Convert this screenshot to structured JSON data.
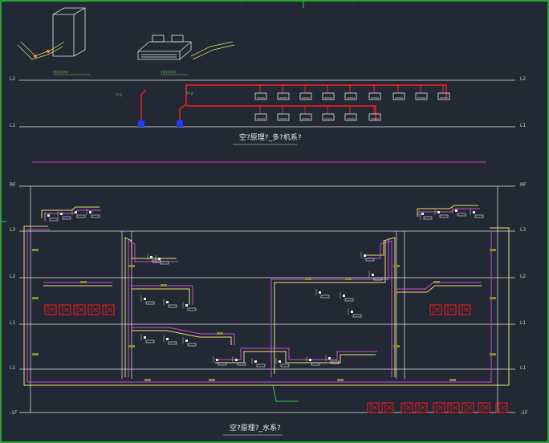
{
  "colors": {
    "background": "#222834",
    "border": "#2ed23a",
    "refrigerant": "#ff2020",
    "pipe_yellow": "#e8e26a",
    "pipe_magenta": "#d04cd8",
    "grid": "#e6e6e6",
    "unit_box": "#ff1a1a",
    "label_green": "#7bd23e"
  },
  "top": {
    "caption_left": "?????????",
    "caption_right": "?????????",
    "title": "空?原理?_多?机系?",
    "level_upper": "L2",
    "level_lower": "L1",
    "riser_label_1": "??-1",
    "riser_label_2": "??-2"
  },
  "bottom": {
    "title": "空?原理?_水系?",
    "levels_left": [
      "RF",
      "L3",
      "L2",
      "L1",
      "L1",
      "-1F"
    ],
    "levels_right": [
      "RF",
      "L3",
      "L2",
      "L1",
      "L1",
      "-1F"
    ]
  },
  "icons": {
    "cabinet": "outdoor-unit-icon",
    "ducted": "ducted-unit-icon",
    "indoor": "indoor-unit-icon"
  }
}
